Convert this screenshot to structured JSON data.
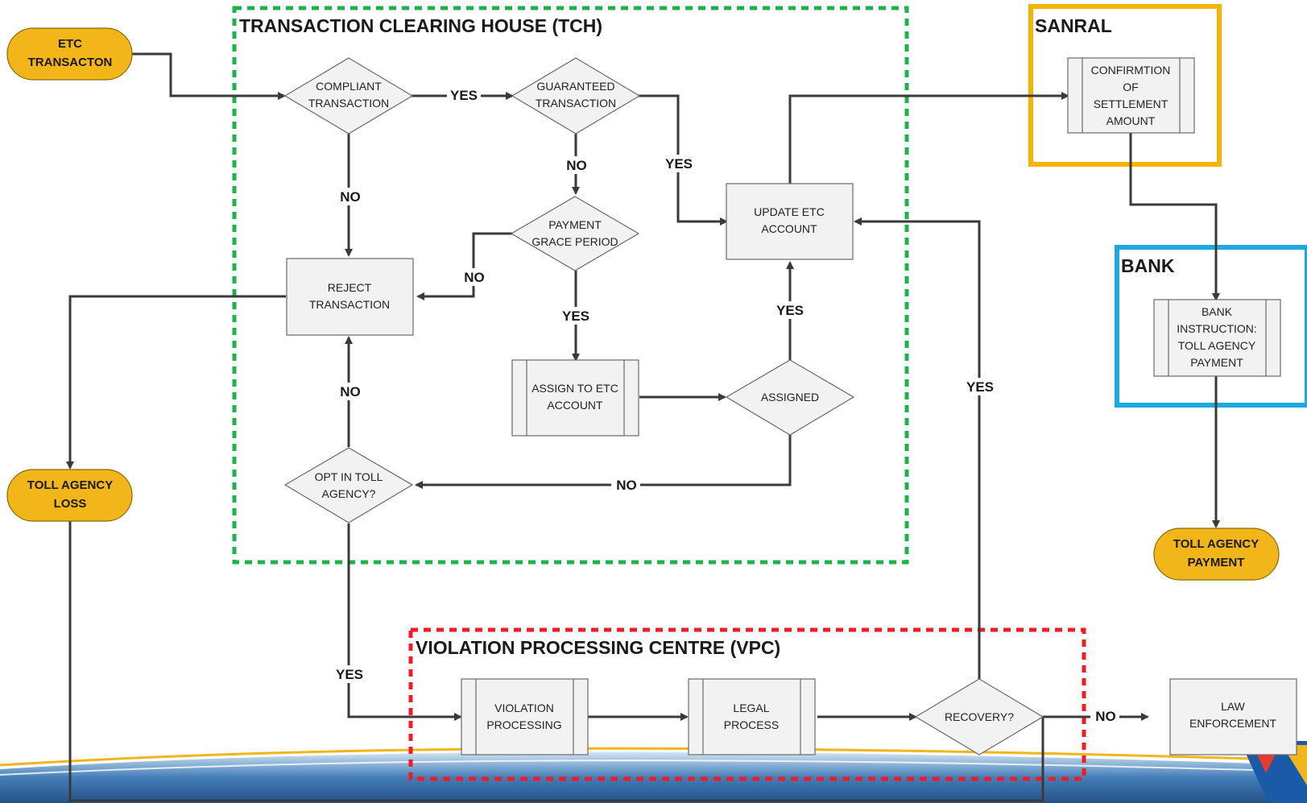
{
  "colors": {
    "tch_border": "#1fb14a",
    "vpc_border": "#ee1c25",
    "sanral_border": "#f5b400",
    "bank_border": "#1ea7e1",
    "terminal_fill": "#f3b61a",
    "node_fill": "#f2f2f2",
    "line": "#3a3a3a"
  },
  "groups": {
    "tch": "TRANSACTION CLEARING HOUSE (TCH)",
    "vpc": "VIOLATION PROCESSING CENTRE (VPC)",
    "sanral": "SANRAL",
    "bank": "BANK"
  },
  "terminals": {
    "etc": [
      "ETC",
      "TRANSACTON"
    ],
    "loss": [
      "TOLL AGENCY",
      "LOSS"
    ],
    "payment": [
      "TOLL AGENCY",
      "PAYMENT"
    ]
  },
  "decisions": {
    "compliant": [
      "COMPLIANT",
      "TRANSACTION"
    ],
    "guaranteed": [
      "GUARANTEED",
      "TRANSACTION"
    ],
    "grace": [
      "PAYMENT",
      "GRACE PERIOD"
    ],
    "assigned": [
      "ASSIGNED"
    ],
    "optin": [
      "OPT IN TOLL",
      "AGENCY?"
    ],
    "recovery": [
      "RECOVERY?"
    ]
  },
  "processes": {
    "reject": [
      "REJECT",
      "TRANSACTION"
    ],
    "update": [
      "UPDATE ETC",
      "ACCOUNT"
    ],
    "assign": [
      "ASSIGN TO ETC",
      "ACCOUNT"
    ],
    "confirm": [
      "CONFIRMTION",
      "OF",
      "SETTLEMENT",
      "AMOUNT"
    ],
    "bank_instr": [
      "BANK",
      "INSTRUCTION:",
      "TOLL AGENCY",
      "PAYMENT"
    ],
    "violation": [
      "VIOLATION",
      "PROCESSING"
    ],
    "legal": [
      "LEGAL",
      "PROCESS"
    ],
    "law": [
      "LAW",
      "ENFORCEMENT"
    ]
  },
  "edge_labels": {
    "compliant_yes": "YES",
    "compliant_no": "NO",
    "guaranteed_no": "NO",
    "guaranteed_yes": "YES",
    "grace_no": "NO",
    "grace_yes": "YES",
    "assigned_yes": "YES",
    "assigned_no": "NO",
    "optin_no": "NO",
    "optin_yes": "YES",
    "recovery_yes": "YES",
    "recovery_no": "NO"
  }
}
